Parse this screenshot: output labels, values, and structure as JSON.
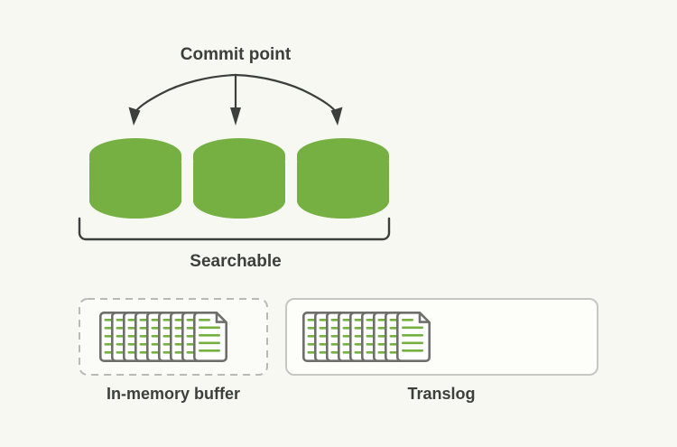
{
  "diagram": {
    "title": "Elasticsearch commit point / in-memory buffer / translog diagram",
    "background_color": "#f7f8f2",
    "accent_green": "#76b043",
    "stroke_dark": "#3d3f3c",
    "stroke_gray": "#6e6f6b",
    "border_gray": "#b9bab5",
    "labels": {
      "commit_point": "Commit point",
      "searchable": "Searchable",
      "in_memory_buffer": "In-memory buffer",
      "translog": "Translog"
    },
    "segments": [
      {
        "name": "segment-1",
        "discs": 3
      },
      {
        "name": "segment-2",
        "discs": 3
      },
      {
        "name": "segment-3",
        "discs": 3
      }
    ],
    "arrows": [
      {
        "name": "arrow-left",
        "from": "commit-point",
        "to": "segment-1"
      },
      {
        "name": "arrow-center",
        "from": "commit-point",
        "to": "segment-2"
      },
      {
        "name": "arrow-right",
        "from": "commit-point",
        "to": "segment-3"
      }
    ],
    "boxes": [
      {
        "name": "in-memory-buffer-box",
        "label": "In-memory buffer",
        "border_style": "dashed",
        "doc_pages": 9
      },
      {
        "name": "translog-box",
        "label": "Translog",
        "border_style": "solid",
        "doc_pages": 9
      }
    ]
  }
}
